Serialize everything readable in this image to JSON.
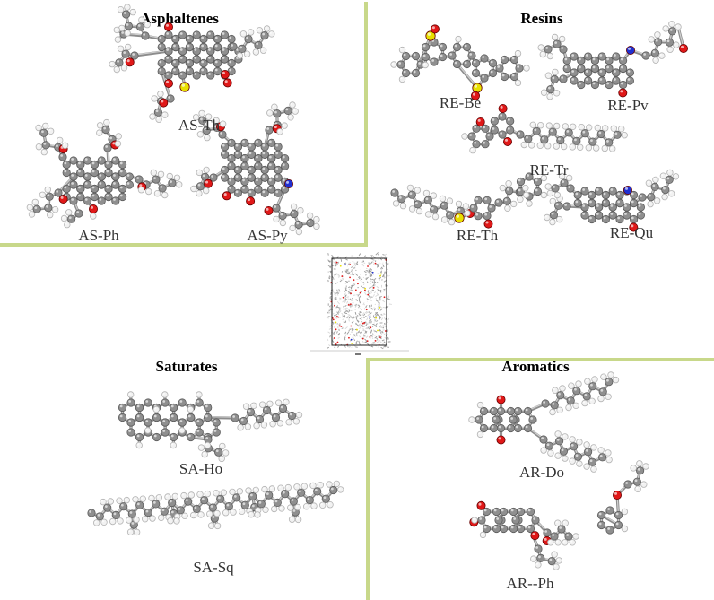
{
  "colors": {
    "divider": "#c8d88a",
    "carbon": "#8f8f8f",
    "hydrogen": "#f2f2f2",
    "oxygen": "#e01818",
    "sulfur": "#e8e000",
    "nitrogen": "#2030d0"
  },
  "panels": {
    "asphaltenes": {
      "title": "Asphaltenes",
      "molecules": [
        {
          "id": "as-th",
          "label": "AS-Th"
        },
        {
          "id": "as-ph",
          "label": "AS-Ph"
        },
        {
          "id": "as-py",
          "label": "AS-Py"
        }
      ]
    },
    "resins": {
      "title": "Resins",
      "molecules": [
        {
          "id": "re-be",
          "label": "RE-Be"
        },
        {
          "id": "re-pv",
          "label": "RE-Pv"
        },
        {
          "id": "re-tr",
          "label": "RE-Tr"
        },
        {
          "id": "re-th",
          "label": "RE-Th"
        },
        {
          "id": "re-qu",
          "label": "RE-Qu"
        }
      ]
    },
    "saturates": {
      "title": "Saturates",
      "molecules": [
        {
          "id": "sa-ho",
          "label": "SA-Ho"
        },
        {
          "id": "sa-sq",
          "label": "SA-Sq"
        }
      ]
    },
    "aromatics": {
      "title": "Aromatics",
      "molecules": [
        {
          "id": "ar-do",
          "label": "AR-Do"
        },
        {
          "id": "ar-ph",
          "label": "AR--Ph"
        }
      ]
    }
  },
  "center_box": {
    "name": "simulation-box"
  }
}
